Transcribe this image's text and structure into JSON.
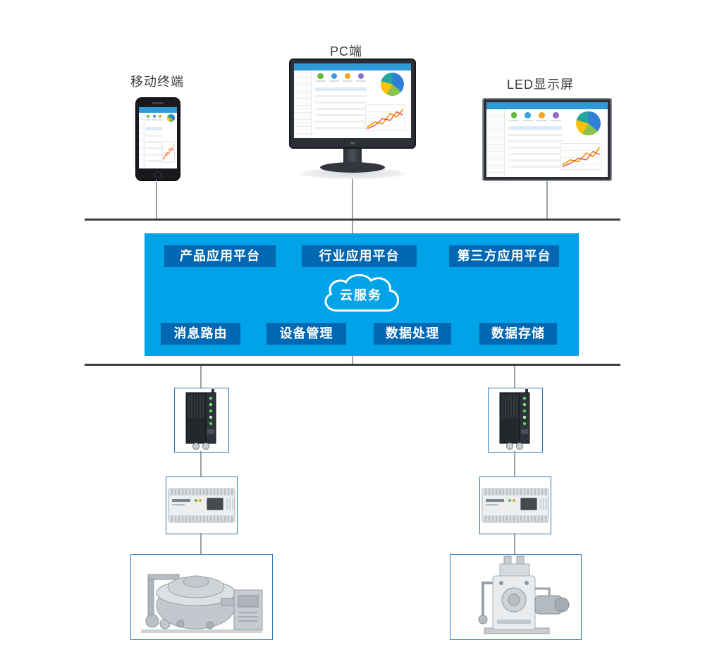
{
  "page": {
    "background": "#ffffff"
  },
  "top_devices": {
    "mobile": {
      "label": "移动终端",
      "icon": "smartphone-icon"
    },
    "pc": {
      "label": "PC端",
      "icon": "desktop-monitor-icon"
    },
    "led": {
      "label": "LED显示屏",
      "icon": "led-display-icon"
    }
  },
  "cloud_platform": {
    "panel_color": "#00a2e8",
    "button_color": "#0067b2",
    "cloud": {
      "label": "云服务",
      "icon": "cloud-icon"
    },
    "app_buttons": [
      {
        "label": "产品应用平台"
      },
      {
        "label": "行业应用平台"
      },
      {
        "label": "第三方应用平台"
      }
    ],
    "service_buttons": [
      {
        "label": "消息路由"
      },
      {
        "label": "设备管理"
      },
      {
        "label": "数据处理"
      },
      {
        "label": "数据存储"
      }
    ]
  },
  "field_chains": {
    "left": {
      "gateway_icon": "iot-gateway-icon",
      "plc_icon": "plc-controller-icon",
      "machine_icon": "granulator-machine-icon"
    },
    "right": {
      "gateway_icon": "iot-gateway-icon",
      "plc_icon": "plc-controller-icon",
      "machine_icon": "tablet-press-machine-icon"
    }
  }
}
